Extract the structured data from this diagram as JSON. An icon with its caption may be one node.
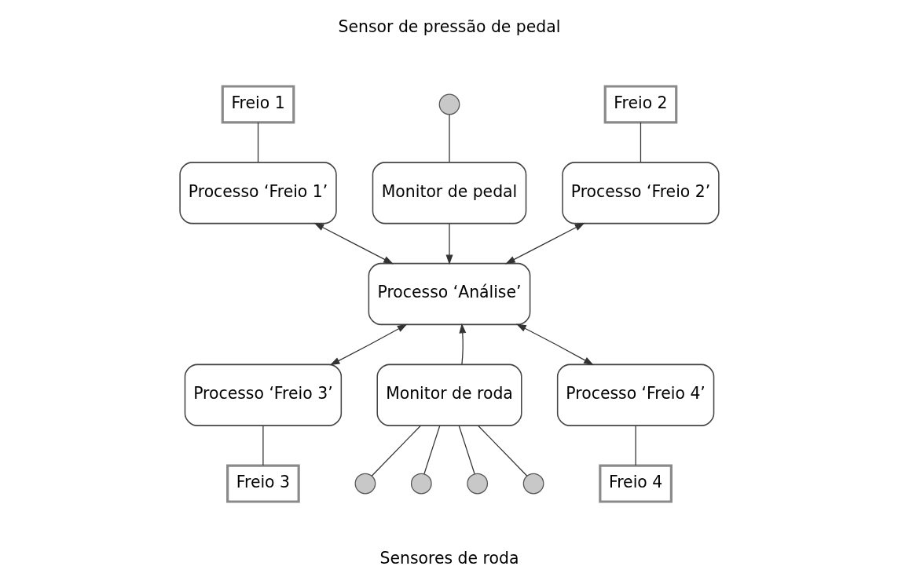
{
  "diagram": {
    "nodes": [
      {
        "text": [
          "Freio 1"
        ]
      },
      {
        "text": [],
        "shape": "circle",
        "beside": [
          "Sensor de pressão de pedal"
        ]
      },
      {
        "text": [
          "Freio 2"
        ]
      },
      {
        "text": [
          "Processo ‘Freio 1’"
        ]
      },
      {
        "text": [
          "Monitor de pedal"
        ]
      },
      {
        "text": [
          "Processo ‘Freio 2’"
        ]
      },
      {
        "text": [
          "Processo ‘Análise’"
        ]
      },
      {
        "text": [
          "Processo ‘Freio 3’"
        ]
      },
      {
        "text": [
          "Monitor de roda"
        ]
      },
      {
        "text": [
          "Processo ‘Freio 4’"
        ]
      },
      {
        "text": [
          "Freio 3"
        ]
      },
      {
        "text": [],
        "shape": "circle"
      },
      {
        "text": [],
        "shape": "circle"
      },
      {
        "text": [],
        "shape": "circle"
      },
      {
        "text": [],
        "shape": "circle"
      },
      {
        "text": [
          "Freio 4"
        ]
      }
    ],
    "edges": [
      {
        "from": 0,
        "to": 3,
        "arrow": "none"
      },
      {
        "from": 1,
        "to": 4,
        "arrow": "none"
      },
      {
        "from": 2,
        "to": 5,
        "arrow": "none"
      },
      {
        "from": 3,
        "to": 6,
        "arrow": "both"
      },
      {
        "from": 4,
        "to": 6,
        "arrow": "to"
      },
      {
        "from": 5,
        "to": 6,
        "arrow": "both"
      },
      {
        "from": 7,
        "to": 6,
        "arrow": "both"
      },
      {
        "from": 9,
        "to": 6,
        "arrow": "both"
      },
      {
        "from": 8,
        "to": 6,
        "arrow": "to"
      },
      {
        "from": 7,
        "to": 10,
        "arrow": "none"
      },
      {
        "from": 9,
        "to": 15,
        "arrow": "none"
      },
      {
        "from": 8,
        "to": 11,
        "arrow": "none"
      },
      {
        "from": 8,
        "to": 12,
        "arrow": "none"
      },
      {
        "from": 8,
        "to": 13,
        "arrow": "none"
      },
      {
        "from": 8,
        "to": 14,
        "arrow": "none"
      }
    ],
    "labels": [
      "Sensores de roda"
    ]
  }
}
